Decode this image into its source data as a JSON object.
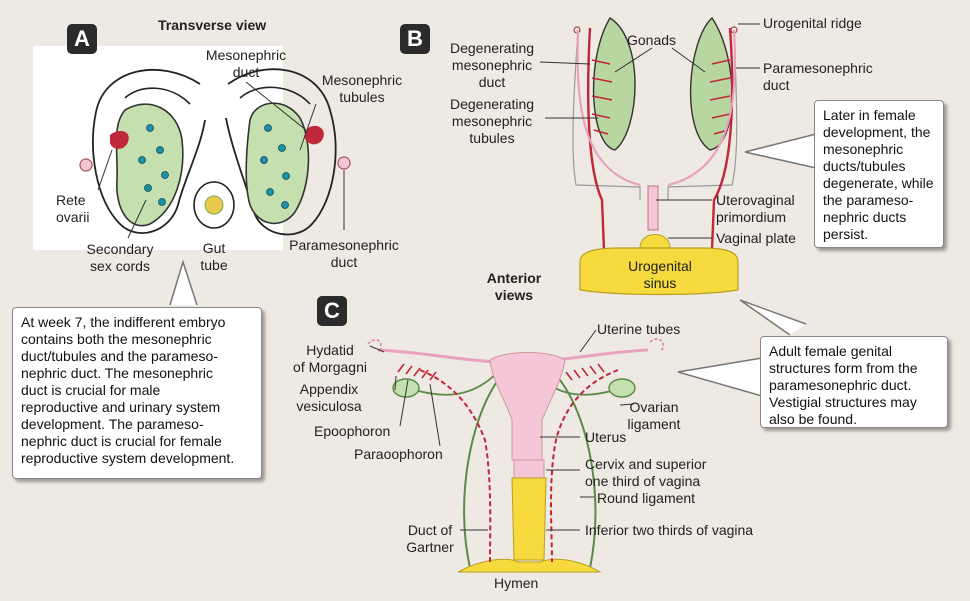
{
  "badges": {
    "a": "A",
    "b": "B",
    "c": "C"
  },
  "panel_a": {
    "title": "Transverse view",
    "labels": {
      "mesonephric_duct": [
        "Mesonephric",
        "duct"
      ],
      "mesonephric_tubules": [
        "Mesonephric",
        "tubules"
      ],
      "rete_ovarii": [
        "Rete",
        "ovarii"
      ],
      "secondary_sex_cords": [
        "Secondary",
        "sex cords"
      ],
      "gut_tube": [
        "Gut",
        "tube"
      ],
      "paramesonephric_duct": [
        "Paramesonephric",
        "duct"
      ]
    },
    "note": [
      "At week 7, the indifferent embryo",
      "contains both the mesonephric",
      "duct/tubules and the parameso-",
      "nephric duct. The mesonephric",
      "duct is crucial for male",
      "reproductive and urinary system",
      "development. The parameso-",
      "nephric duct is crucial for female",
      "reproductive system development."
    ]
  },
  "panel_b": {
    "labels": {
      "gonads": "Gonads",
      "urogenital_ridge": "Urogenital ridge",
      "degenerating_duct": [
        "Degenerating",
        "mesonephric",
        "duct"
      ],
      "degenerating_tubules": [
        "Degenerating",
        "mesonephric",
        "tubules"
      ],
      "paramesonephric_duct": [
        "Paramesonephric",
        "duct"
      ],
      "uterovaginal_primordium": [
        "Uterovaginal",
        "primordium"
      ],
      "vaginal_plate": "Vaginal plate",
      "urogenital_sinus": [
        "Urogenital",
        "sinus"
      ]
    },
    "note": [
      "Later in female",
      "development, the",
      "mesonephric",
      "ducts/tubules",
      "degenerate, while",
      "the parameso-",
      "nephric ducts",
      "persist."
    ]
  },
  "anterior_views": [
    "Anterior",
    "views"
  ],
  "panel_c": {
    "labels": {
      "hydatid": [
        "Hydatid",
        "of Morgagni"
      ],
      "appendix": [
        "Appendix",
        "vesiculosa"
      ],
      "epoophoron": "Epoophoron",
      "paraoophoron": "Paraoophoron",
      "uterine_tubes": "Uterine tubes",
      "ovarian_ligament": [
        "Ovarian",
        "ligament"
      ],
      "uterus": "Uterus",
      "cervix": [
        "Cervix and superior",
        "one third of vagina"
      ],
      "round_ligament": "Round ligament",
      "duct_of_gartner": [
        "Duct of",
        "Gartner"
      ],
      "inferior_vagina": "Inferior two thirds of vagina",
      "hymen": "Hymen"
    },
    "note": [
      "Adult female genital",
      "structures form from the",
      "paramesonephric duct.",
      "Vestigial structures may",
      "also be found."
    ]
  },
  "colors": {
    "background": "#efe9e3",
    "gonad_green": "#c5dfae",
    "duct_red": "#c0273a",
    "paramesonephric_pink": "#f4c6d8",
    "sinus_yellow": "#f7da3e",
    "tubule_teal": "#1f8fa3"
  }
}
